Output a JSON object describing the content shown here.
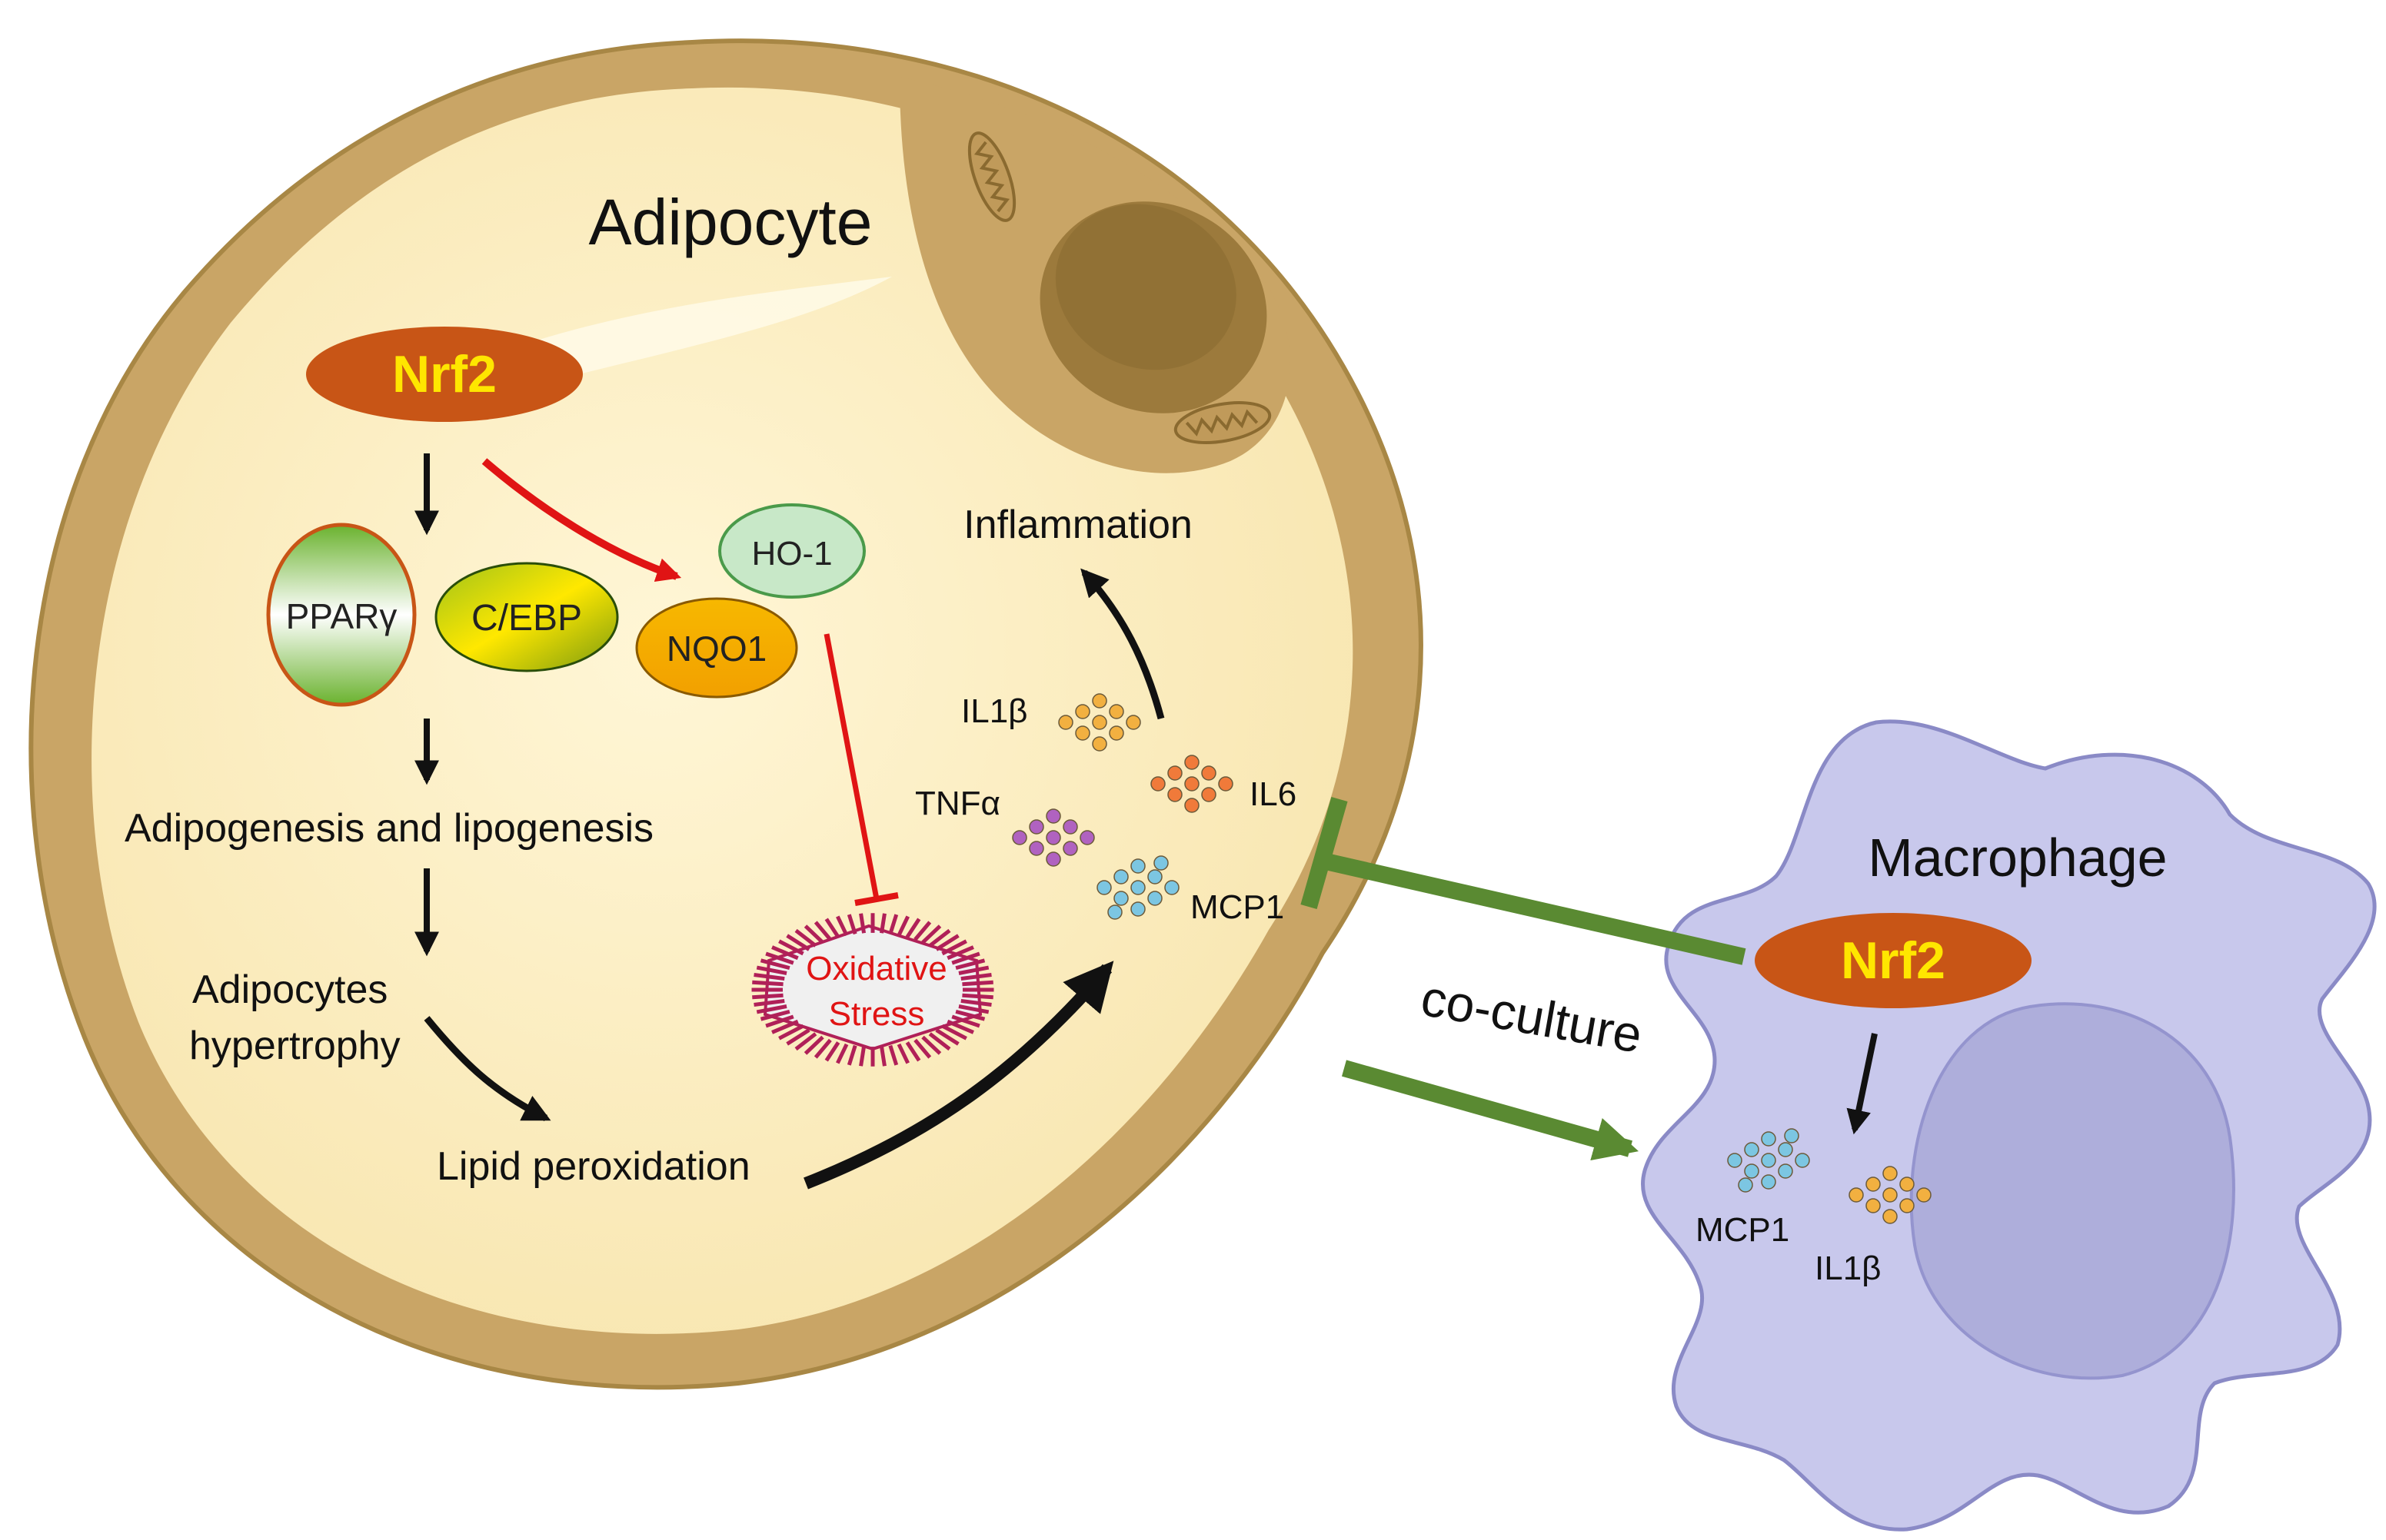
{
  "adipocyte": {
    "title": "Adipocyte",
    "nrf2": "Nrf2",
    "ppar": "PPARγ",
    "cebp": "C/EBP",
    "ho1": "HO-1",
    "nqo1": "NQO1",
    "adipogenesis": "Adipogenesis and lipogenesis",
    "hypertrophy_line1": "Adipocytes",
    "hypertrophy_line2": "hypertrophy",
    "lipid": "Lipid peroxidation",
    "oxidative_line1": "Oxidative",
    "oxidative_line2": "Stress",
    "inflammation": "Inflammation",
    "il1b": "IL1β",
    "tnfa": "TNFα",
    "il6": "IL6",
    "mcp1": "MCP1"
  },
  "coculture": "co-culture",
  "macrophage": {
    "title": "Macrophage",
    "nrf2": "Nrf2",
    "mcp1": "MCP1",
    "il1b": "IL1β"
  },
  "colors": {
    "cell_membrane": "#c9a566",
    "cytoplasm": "#fbeec0",
    "nrf2_fill": "#c85516",
    "nrf2_text": "#ffe600",
    "arrow_activate": "#e01414",
    "inhibit": "#e01414",
    "coculture_arrow": "#5a8a32",
    "macrophage_fill": "#c8c8ec",
    "il1b_dots": "#f2b040",
    "il6_dots": "#f07a3a",
    "tnfa_dots": "#b062c0",
    "mcp1_dots": "#7cc6e2"
  }
}
